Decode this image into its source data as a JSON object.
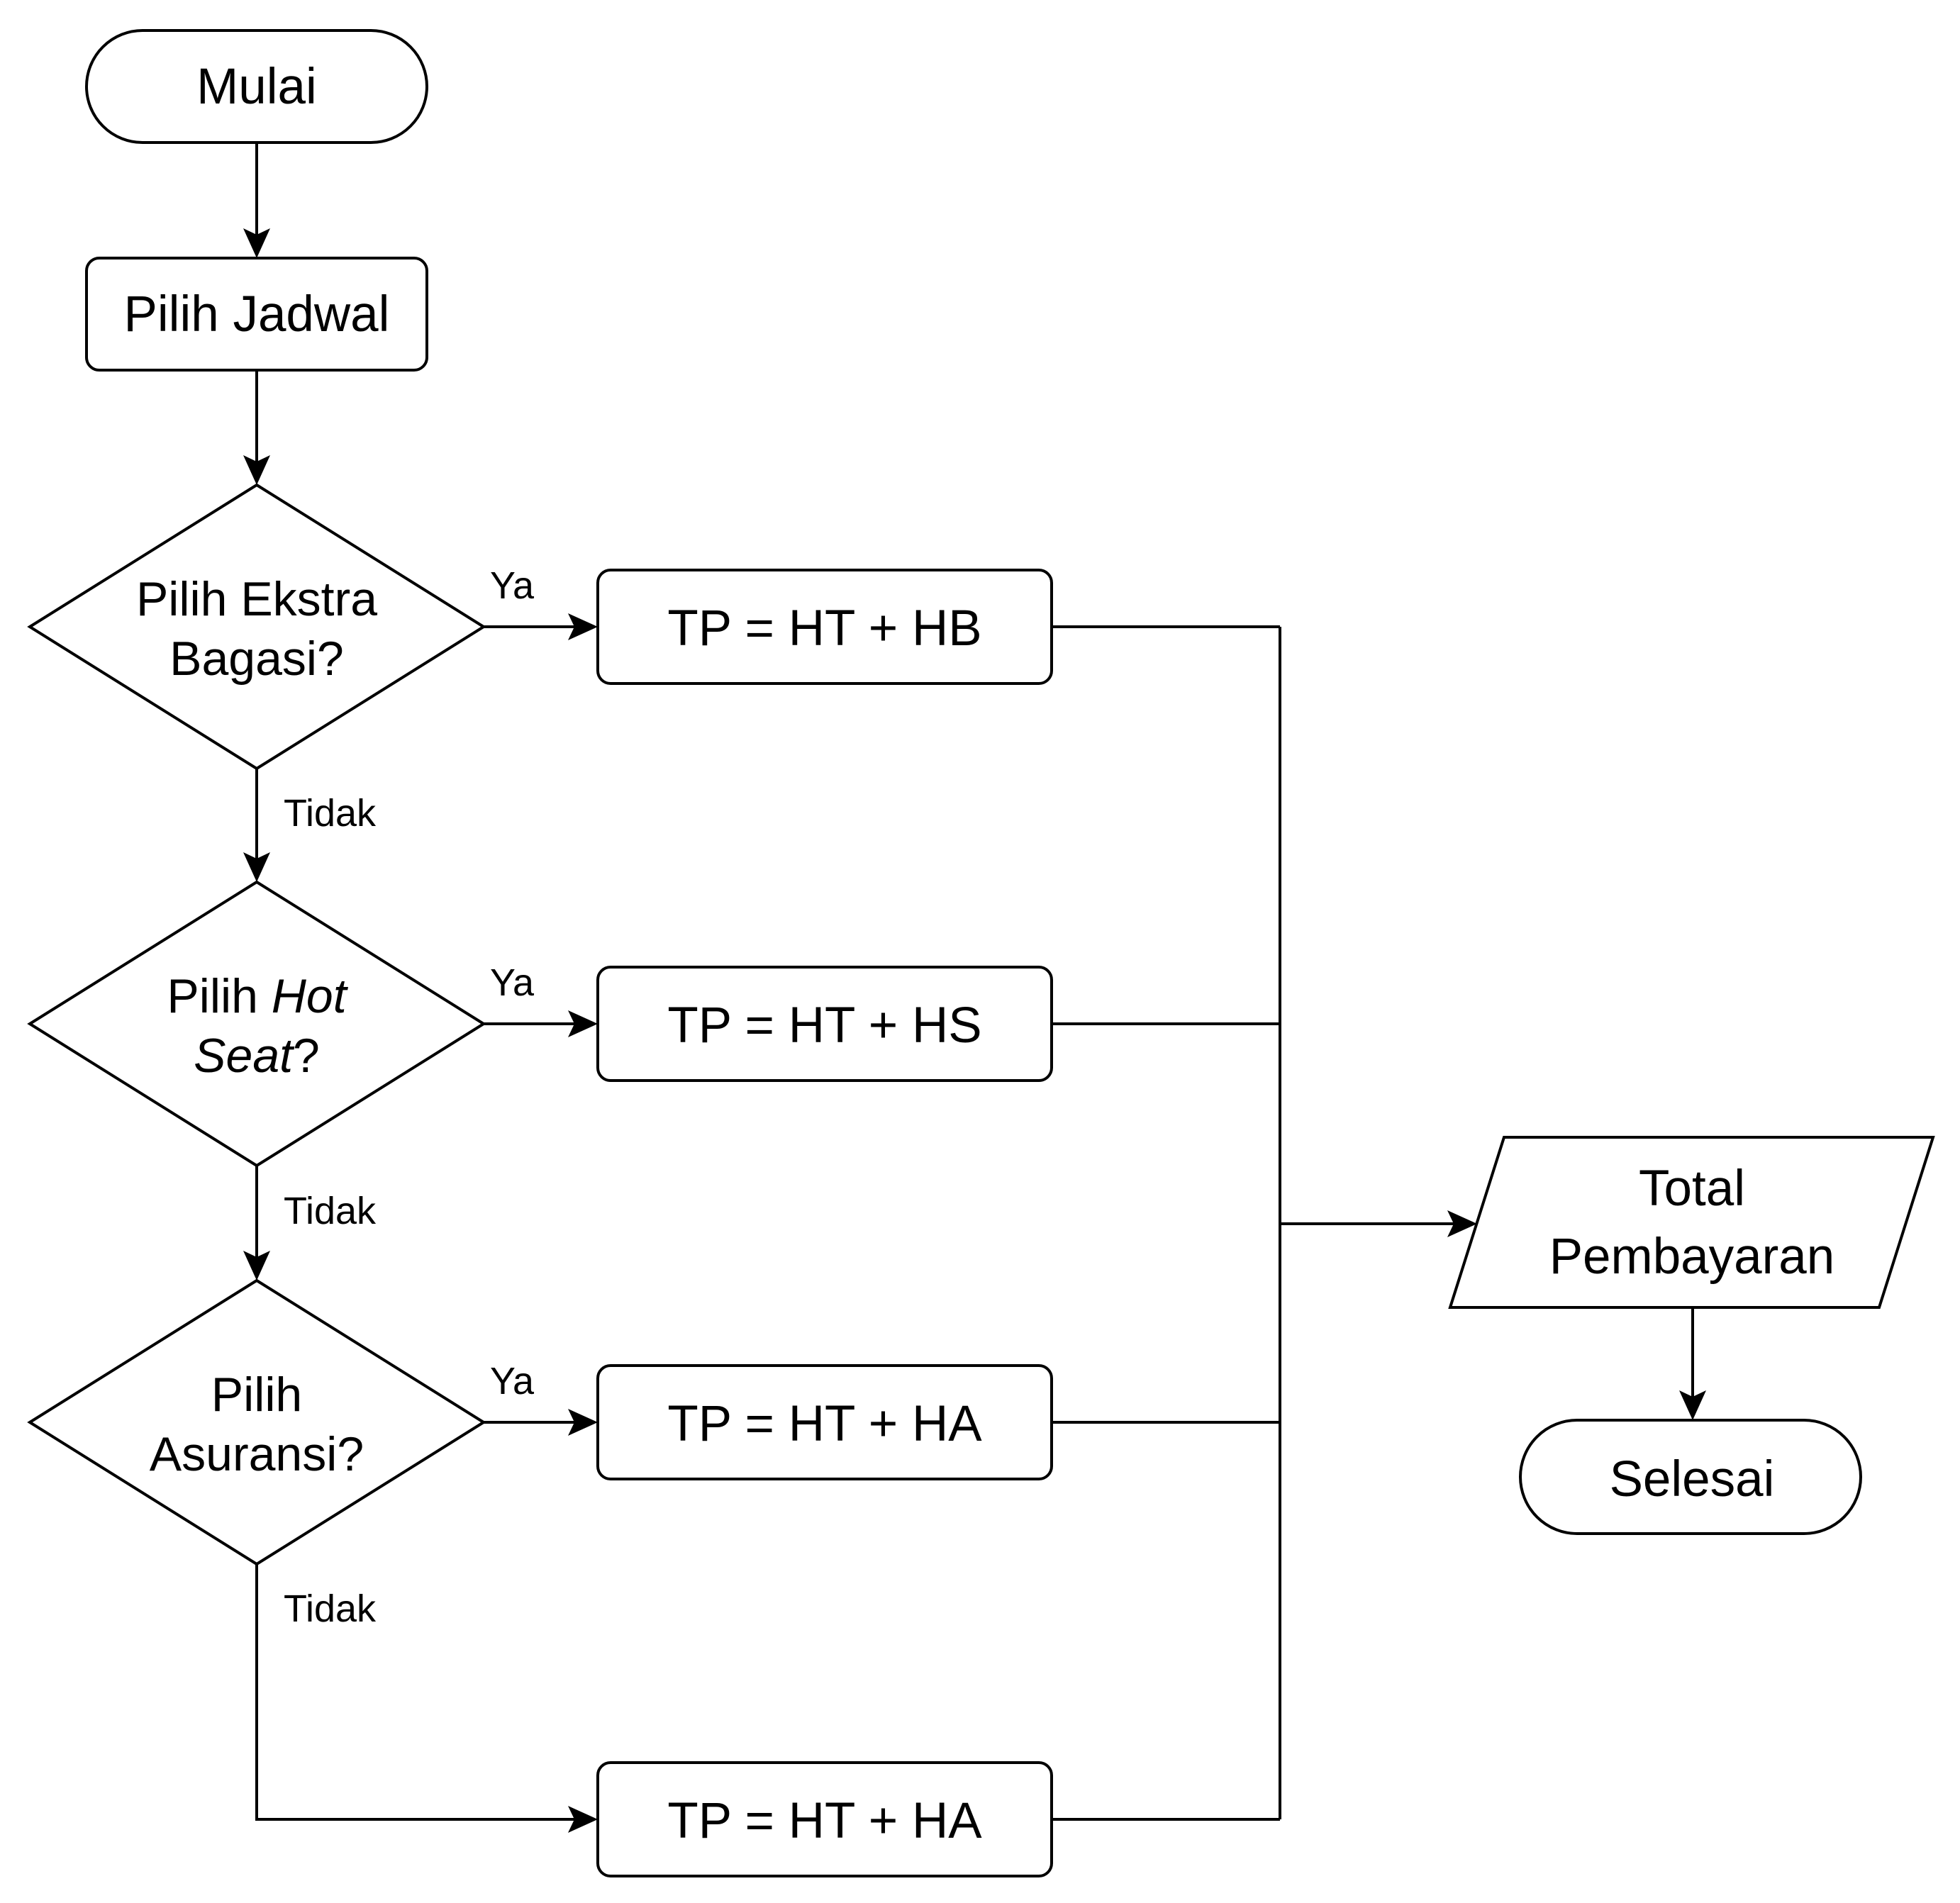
{
  "nodes": {
    "start": {
      "label": "Mulai"
    },
    "schedule": {
      "label": "Pilih Jadwal"
    },
    "q_baggage": {
      "line1": "Pilih Ekstra",
      "line2": "Bagasi?"
    },
    "q_hotseat": {
      "line1_plain": "Pilih ",
      "line1_italic": "Hot",
      "line2_italic": "Seat",
      "line2_plain": "?"
    },
    "q_insurance": {
      "line1": "Pilih",
      "line2": "Asuransi?"
    },
    "calc_hb": {
      "label": "TP = HT + HB"
    },
    "calc_hs": {
      "label": "TP = HT + HS"
    },
    "calc_ha": {
      "label": "TP = HT + HA"
    },
    "calc_ha_bottom": {
      "label": "TP = HT + HA"
    },
    "output_total": {
      "line1": "Total",
      "line2": "Pembayaran"
    },
    "end": {
      "label": "Selesai"
    }
  },
  "edge_labels": {
    "yes_baggage": "Ya",
    "no_baggage": "Tidak",
    "yes_hotseat": "Ya",
    "no_hotseat": "Tidak",
    "yes_insurance": "Ya",
    "no_insurance": "Tidak"
  }
}
